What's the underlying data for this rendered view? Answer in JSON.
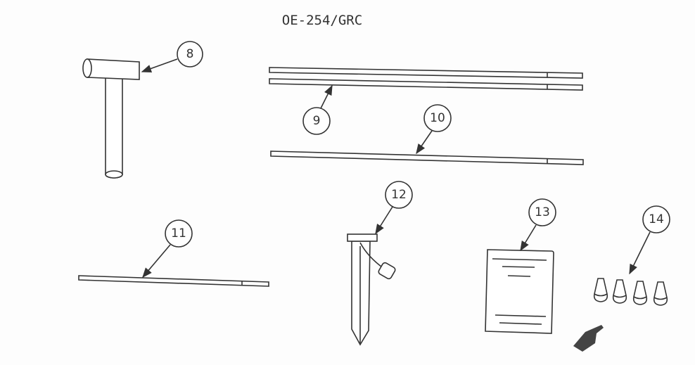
{
  "title": "OE-254/GRC",
  "callouts": [
    {
      "label": "8",
      "part": "hammer"
    },
    {
      "label": "9",
      "part": "mast-sections"
    },
    {
      "label": "10",
      "part": "mast-section"
    },
    {
      "label": "11",
      "part": "rod"
    },
    {
      "label": "12",
      "part": "ground-stake"
    },
    {
      "label": "13",
      "part": "manual"
    },
    {
      "label": "14",
      "part": "caps"
    }
  ],
  "colors": {
    "ink": "#333333",
    "paper": "#fdfdfd"
  }
}
